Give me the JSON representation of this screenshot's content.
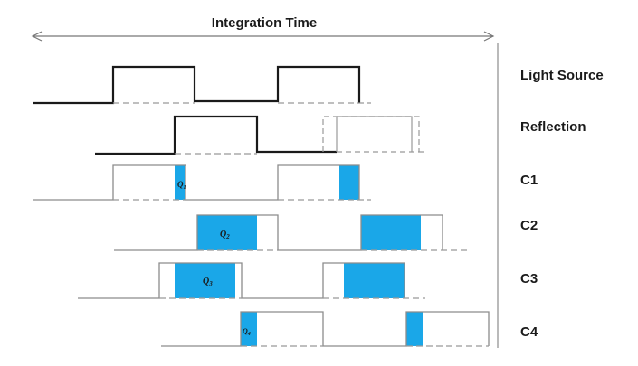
{
  "title": "Integration Time",
  "rows": [
    {
      "id": "light-source",
      "label": "Light Source"
    },
    {
      "id": "reflection",
      "label": "Reflection"
    },
    {
      "id": "c1",
      "label": "C1"
    },
    {
      "id": "c2",
      "label": "C2"
    },
    {
      "id": "c3",
      "label": "C3"
    },
    {
      "id": "c4",
      "label": "C4"
    }
  ],
  "charges": [
    {
      "id": "q1",
      "label": "Q",
      "sub": "1"
    },
    {
      "id": "q2",
      "label": "Q",
      "sub": "2"
    },
    {
      "id": "q3",
      "label": "Q",
      "sub": "3"
    },
    {
      "id": "q4",
      "label": "Q",
      "sub": "4"
    }
  ],
  "colors": {
    "charge_fill": "#1aa7e8",
    "signal_line": "#1a1a1a",
    "gate_line": "#8c8c8c"
  }
}
